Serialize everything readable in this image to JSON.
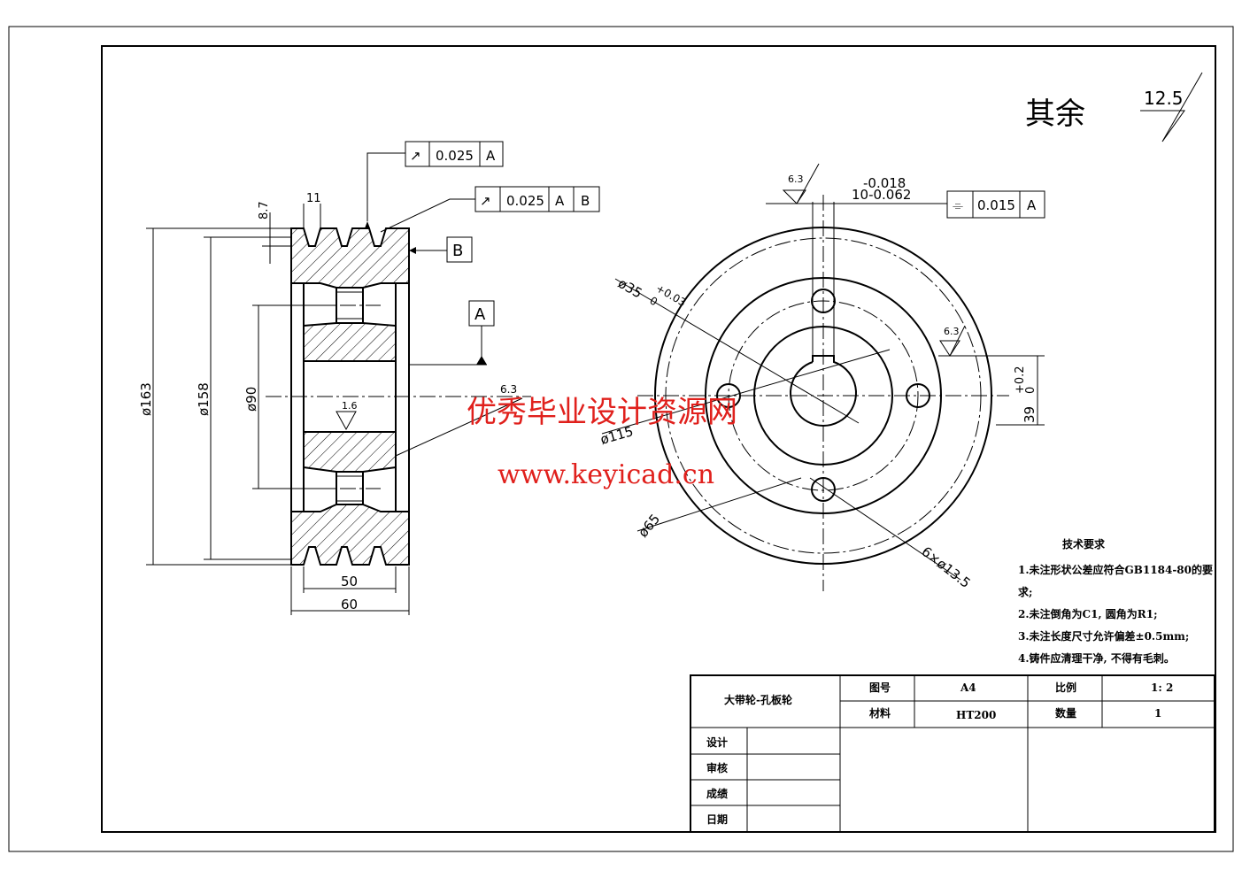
{
  "drawing": {
    "roughness_default_label": "其余",
    "roughness_default_value": "12.5",
    "left_view": {
      "dims": {
        "d163": "ø163",
        "d158": "ø158",
        "d90": "ø90",
        "w50": "50",
        "w60": "60",
        "h8_7": "8.7",
        "w11": "11",
        "r6_3": "6.3",
        "r1_6": "1.6"
      },
      "fcf1": {
        "symbol": "↗",
        "tolerance": "0.025",
        "datum1": "A"
      },
      "fcf2": {
        "symbol": "↗",
        "tolerance": "0.025",
        "datum1": "A",
        "datum2": "B"
      },
      "datum_a": "A",
      "datum_b": "B"
    },
    "right_view": {
      "dims": {
        "bore": "ø35",
        "bore_tol_upper": "+0.03",
        "bore_tol_lower": "0",
        "d115": "ø115",
        "d65": "ø65",
        "holes": "6×ø13.5",
        "key_upper": "-0.018",
        "key_main": "10-0.062",
        "depth": "39",
        "depth_upper": "+0.2",
        "depth_lower": "0",
        "r6_3_a": "6.3",
        "r6_3_b": "6.3"
      },
      "fcf": {
        "symbol": "⌯",
        "tolerance": "0.015",
        "datum": "A"
      }
    }
  },
  "watermark": {
    "line1": "优秀毕业设计资源网",
    "line2": "www.keyicad.cn"
  },
  "tech_requirements": {
    "title": "技术要求",
    "items": [
      "1.未注形状公差应符合GB1184-80的要",
      "求;",
      "2.未注倒角为C1, 圆角为R1;",
      "3.未注长度尺寸允许偏差±0.5mm;",
      "4.铸件应清理干净, 不得有毛刺。"
    ]
  },
  "title_block": {
    "part_name": "大带轮-孔板轮",
    "drawing_no_label": "图号",
    "drawing_no": "A4",
    "scale_label": "比例",
    "scale": "1: 2",
    "material_label": "材料",
    "material": "HT200",
    "quantity_label": "数量",
    "quantity": "1",
    "design_label": "设计",
    "review_label": "审核",
    "grade_label": "成绩",
    "date_label": "日期"
  }
}
